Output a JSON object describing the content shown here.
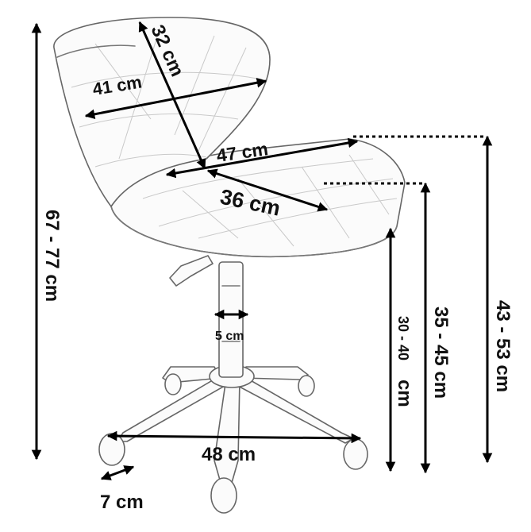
{
  "dimensions": {
    "backrest_height": "32 cm",
    "backrest_width": "41 cm",
    "seat_width": "47  cm",
    "seat_depth": "36 cm",
    "total_height": "67 - 77 cm",
    "seat_height_low": "30 - 40",
    "seat_height_low_unit": "cm",
    "seat_height_mid": "35 - 45 cm",
    "seat_height_high": "43 - 53 cm",
    "column_diameter": "5 cm",
    "base_width": "48 cm",
    "wheel_size": "7 cm"
  }
}
